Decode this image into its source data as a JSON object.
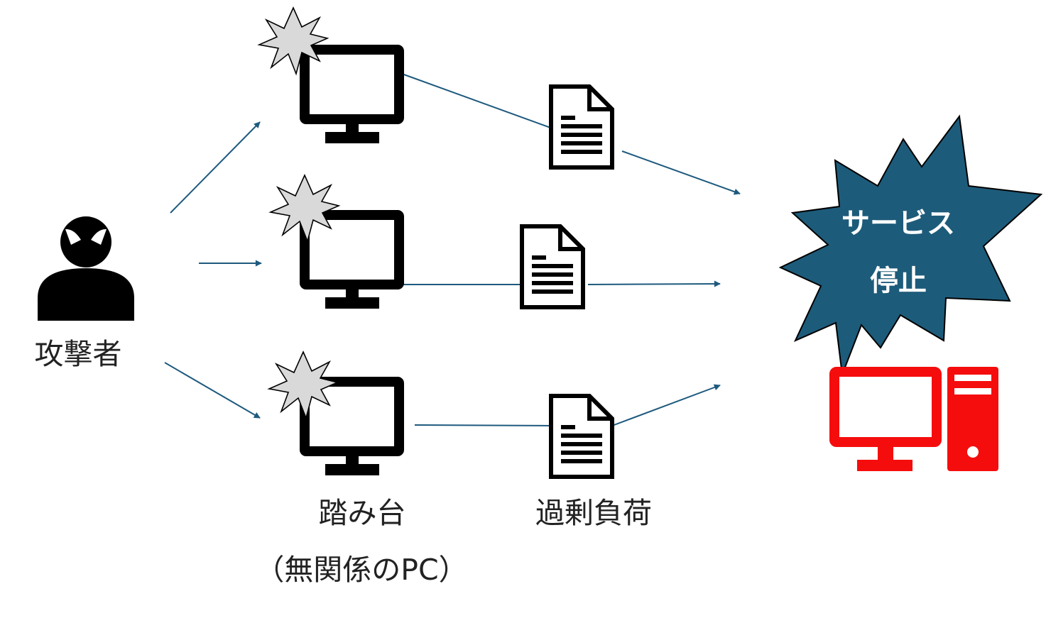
{
  "labels": {
    "attacker": "攻撃者",
    "stepping_stone": "踏み台",
    "stepping_stone_note": "（無関係のPC）",
    "overload": "過剰負荷",
    "outage_line1": "サービス",
    "outage_line2": "停止"
  },
  "colors": {
    "arrow": "#1e5a7e",
    "burst_fill": "#1d5b7a",
    "burst_text": "#ffffff",
    "target_pc": "#f50d0d",
    "monitor": "#000000",
    "small_burst": "#d9d9d9",
    "text": "#222222"
  },
  "icons": {
    "attacker": "hacker-icon",
    "stepping_stone": "monitor-icon",
    "overload": "document-icon",
    "target": "desktop-pc-icon",
    "compromise": "explosion-icon"
  }
}
